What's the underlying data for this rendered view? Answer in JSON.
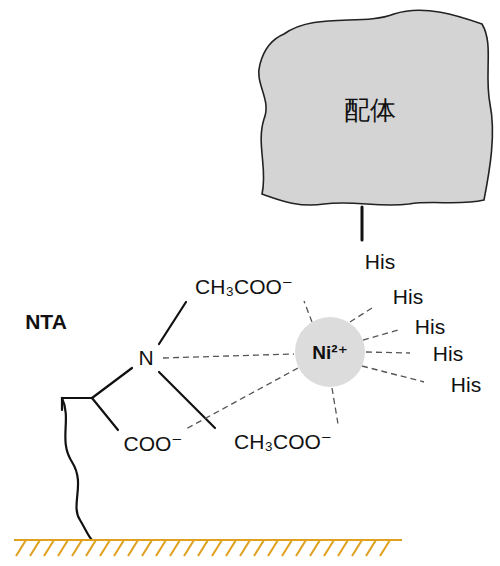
{
  "diagram": {
    "nodes": [
      {
        "text": [
          "配体"
        ]
      },
      {
        "text": [
          "Ni²⁺"
        ]
      }
    ],
    "labels": [
      "NTA",
      "CH₃COO⁻",
      "N",
      "COO⁻",
      "CH₃COO⁻",
      "His",
      "His",
      "His",
      "His",
      "His"
    ]
  }
}
